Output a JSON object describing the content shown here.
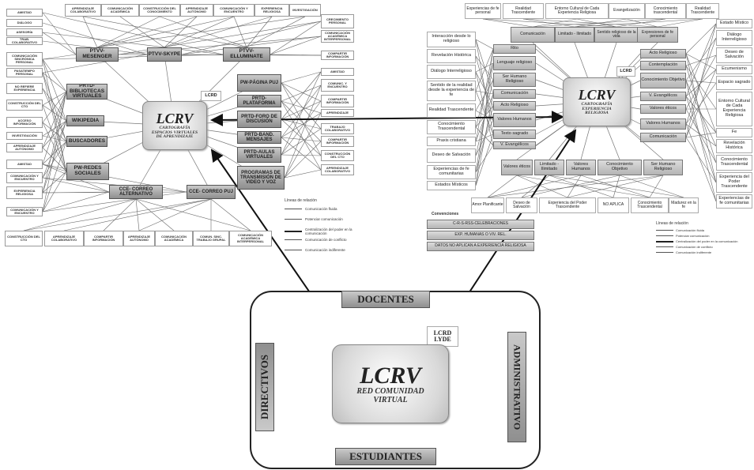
{
  "left": {
    "top_row": [
      "APRENDIZAJE COLABORATIVO",
      "COMUNICACIÓN ACADÉMICA",
      "CONSTRUCCIÓN DEL CONOCIMIENTO",
      "APRENDIZAJE AUTÓNOMO",
      "COMUNICACIÓN Y ENCUENTRO",
      "EXPERIENCIA RELIGIOSA",
      "INVESTIGACIÓN"
    ],
    "left_col_top": [
      "AMISTAD",
      "DIÁLOGO",
      "ASESORÍA",
      "TRAB. COLABORATIVO"
    ],
    "left_col_mid": [
      "COMUNICACIÓN SINCRÓNICA PERSONAL",
      "PASATIEMPO PERSONAL",
      "NO REFIERE EXPERIENCIA",
      "CONSTRUCCIÓN DEL CTO",
      "ACCESO INFORMACIÓN",
      "INVESTIGACIÓN",
      "APRENDIZAJE AUTÓNOMO"
    ],
    "left_col_bot": [
      "AMISTAD",
      "COMUNICACIÓN Y ENCUENTRO",
      "EXPERIENCIA RELIGIOSA",
      "COMUNICACIÓN Y ENCUENTRO"
    ],
    "right_col": [
      "CRECIMIENTO PERSONAL",
      "COMUNICACIÓN ACADÉMICA INTERPERSONAL",
      "COMPARTIR INFORMACIÓN",
      "AMISTAD",
      "COMUNIC. Y ENCUENTRO",
      "COMPARTIR INFORMACIÓN",
      "APRENDIZAJE",
      "TRABAJO COLABORATIVO",
      "COMPARTIR INFORMACIÓN",
      "CONSTRUCCIÓN DEL CTO",
      "APRENDIZAJE COLABORATIVO"
    ],
    "bottom_row": [
      "CONSTRUCCIÓN DEL CTO",
      "APRENDIZAJE COLABORATIVO",
      "COMPARTIR INFORMACIÓN",
      "APRENDIZAJE AUTÓNOMO",
      "COMUNICACIÓN ACADÉMICA",
      "COMUN. SINC. TRABAJO GRUPAL",
      "COMUNICACIÓN ACADÉMICA INTERPERSONAL"
    ],
    "ptvv": [
      "PTVV-MESENGER",
      "PTVV-SKYPE",
      "PTVV-ELLUMINATE"
    ],
    "prtd_left": [
      "PRTD-BIBLIOTECAS VIRTUALES",
      "WIKIPEDIA",
      "BUSCADORES",
      "PW-REDES SOCIALES"
    ],
    "prtd_right": [
      "PW-PÁGINA PUJ",
      "PRTD-PLATAFORMA",
      "PRTD-FORO DE DISCUSIÓN",
      "PRTD-BAND. MENSAJES",
      "PRTD-AULAS VIRTUALES",
      "PROGRAMAS DE TRANSMISIÓN DE VIDEO Y VOZ"
    ],
    "cce": [
      "CCE- CORREO ALTERNATIVO",
      "CCE- CORREO PUJ"
    ],
    "lcrd": "LCRD",
    "center_title": "LCRV",
    "center_sub": "CARTOGRAFÍA ESPACIOS VIRTUALES DE APRENDIZAJE",
    "legend_title": "Líneas de relación",
    "legend": [
      "Comunicación fluida",
      "Potenciar comunicación",
      "Centralización del poder en la comunicación",
      "Comunicación de conflicto",
      "Comunicación indiferente"
    ]
  },
  "right": {
    "top_row": [
      "Experiencias de fe personal",
      "Realidad Trascendente",
      "Entorno Cultural de Cada Experiencia Religiosa",
      "Evangelización",
      "Conocimiento trascendental",
      "Realidad Trascendente"
    ],
    "top_bar": [
      "Comunicación",
      "Limitado - Ilimitado",
      "Sentido religioso de la vida",
      "Expresiones de fe personal"
    ],
    "left_col": [
      "Interacción desde lo religioso",
      "Revelación Histórica",
      "Diálogo Interreligioso",
      "Sentido de la realidad desde la experiencia de fe",
      "Realidad Trascendente",
      "Conocimiento Trascendental",
      "Praxis cristiana",
      "Deseo de Salvación",
      "Experiencias de fe comunitarias",
      "Estados Místicos"
    ],
    "inner_left": [
      "Rito",
      "Lenguaje religioso",
      "Ser Humano Religioso",
      "Comunicación",
      "Acto Religioso",
      "Valores Humanos",
      "Texto sagrado",
      "V. Evangélicos"
    ],
    "inner_right": [
      "Acto Religioso",
      "Contemplación",
      "Conocimiento Objetivo",
      "V. Evangélicos",
      "Valores éticos",
      "Valores Humanos",
      "Comunicación"
    ],
    "right_col": [
      "Estado Místico",
      "Diálogo Interreligioso",
      "Deseo de Salvación",
      "Ecumenismo",
      "Espacio sagrado",
      "Entorno Cultural de Cada Experiencia Religiosa",
      "Fe",
      "Revelación Histórica",
      "Conocimiento Trascendental",
      "Experiencia del Poder Trascendente",
      "Experiencias de fe comunitarias"
    ],
    "inner_bottom": [
      "Valores éticos",
      "Limitado - Ilimitado",
      "Valores Humanos",
      "Conocimiento Objetivo",
      "Ser Humano Religioso"
    ],
    "bottom_row": [
      "Amor Planificante",
      "Deseo de Salvación",
      "Experiencia del Poder Trascendente",
      "NO APLICA",
      "Conocimiento Trascendental",
      "Madurez en la fe",
      "Experiencias de fe comunitarias"
    ],
    "conventions_title": "Convenciones",
    "conventions": [
      "C-R-S-RSS-CELEBRACIONES",
      "EXP. HUMANAS O VIV. REL.",
      "DATOS NO APLICAN A EXPERIENCIA RELIGIOSA"
    ],
    "lcrd": "LCRD",
    "center_title": "LCRV",
    "center_sub": "CARTOGRAFÍA EXPERIENCIA RELIGIOSA",
    "legend_title": "Líneas de relación",
    "legend": [
      "Comunicación fluida",
      "Potenciar comunicación",
      "Centralización del poder en la comunicación",
      "Comunicación de conflicto",
      "Comunicación indiferente"
    ]
  },
  "bottom": {
    "docentes": "DOCENTES",
    "estudiantes": "ESTUDIANTES",
    "directivos": "DIRECTIVOS",
    "administrativo": "ADMINISTRATIVO",
    "lcrd": "LCRD LYDE",
    "center_title": "LCRV",
    "center_sub": "RED COMUNIDAD VIRTUAL"
  },
  "colors": {
    "gray_node": "#8f8f8f",
    "line": "#555555",
    "arrow": "#111111"
  }
}
